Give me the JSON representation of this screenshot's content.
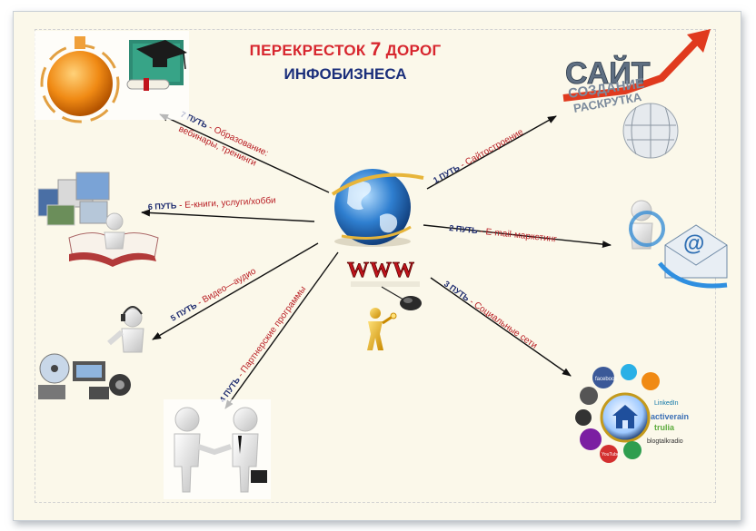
{
  "title": {
    "line1_prefix": "ПЕРЕКРЕСТОК ",
    "line1_number": "7",
    "line1_suffix": " ДОРОГ",
    "line2": "ИНФОБИЗНЕСА"
  },
  "center": {
    "www_label": "WWW"
  },
  "routes": [
    {
      "prefix": "1 ПУТЬ",
      "text": " - Сайтостроение"
    },
    {
      "prefix": "2 ПУТЬ",
      "text": " - E-mail-маркетинг"
    },
    {
      "prefix": "3 ПУТЬ",
      "text": " - Социальные сети"
    },
    {
      "prefix": "4 ПУТЬ",
      "text": " - Партнерские программы"
    },
    {
      "prefix": "5 ПУТЬ",
      "text": " - Видео—аудио"
    },
    {
      "prefix": "6 ПУТЬ",
      "text": " - Е-книги, услуги/хобби"
    },
    {
      "prefix": "7 ПУТЬ",
      "text": " - Образование:",
      "line2": "вебинары, тренинги"
    }
  ],
  "site_image": {
    "word1": "САЙТ",
    "word2": "СОЗДАНИЕ",
    "word3": "РАСКРУТКА"
  },
  "email_image": {
    "symbol": "@"
  },
  "social_image": {
    "labels": [
      "facebook",
      "LinkedIn",
      "activerain",
      "trulia",
      "blogtalkradio",
      "YouTube"
    ]
  },
  "colors": {
    "title_red": "#d7262e",
    "title_blue": "#1b2f7b",
    "route_red": "#b81d23",
    "route_blue": "#1c2a6e",
    "background": "#fbf8ea"
  }
}
